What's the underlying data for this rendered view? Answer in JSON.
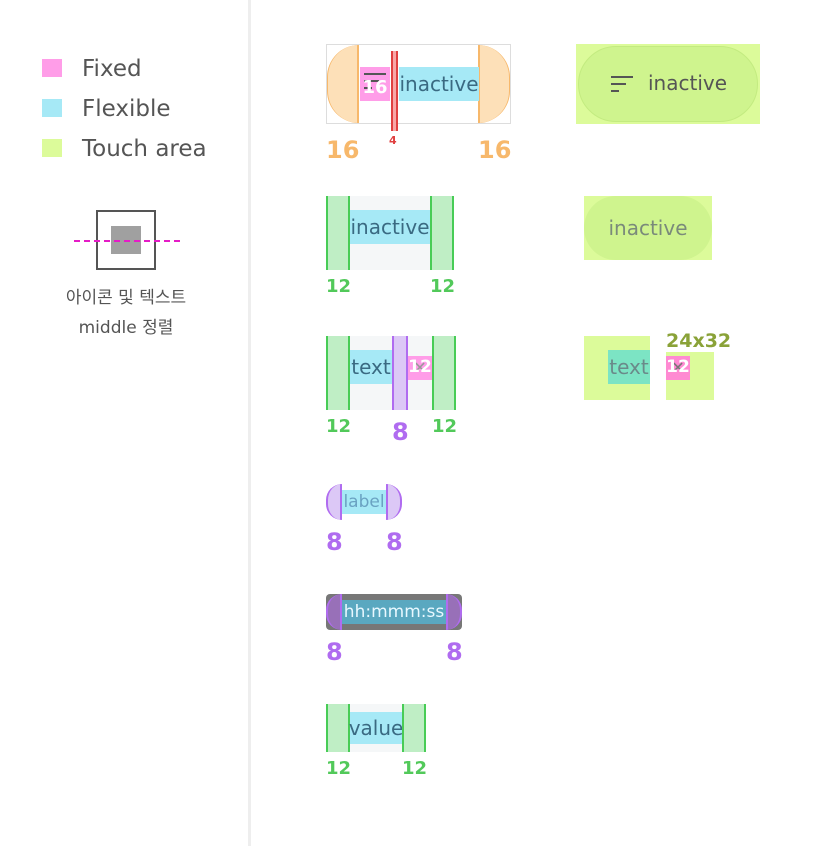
{
  "legend": {
    "fixed": {
      "label": "Fixed",
      "color": "#ff9de8"
    },
    "flexible": {
      "label": "Flexible",
      "color": "#a6e9f6"
    },
    "touch": {
      "label": "Touch area",
      "color": "#dcfb9a"
    }
  },
  "alignment_note": {
    "line1": "아이콘 및 텍스트",
    "line2": "middle 정렬"
  },
  "row1": {
    "left_pad": "16",
    "right_pad": "16",
    "icon_size": "16",
    "gap": "4",
    "label": "inactive",
    "touch_label": "inactive",
    "icon": "filter-sort-icon"
  },
  "row2": {
    "label": "inactive",
    "left_pad": "12",
    "right_pad": "12",
    "touch_label": "inactive"
  },
  "row3": {
    "label": "text",
    "icon_size": "12",
    "left_pad": "12",
    "gap": "8",
    "right_pad": "12",
    "touch_label": "text",
    "touch_icon_size": "12",
    "touch_area_size": "24x32",
    "icon": "close-icon"
  },
  "row4": {
    "label": "label",
    "left_pad": "8",
    "right_pad": "8"
  },
  "row5": {
    "label": "hh:mmm:ss",
    "left_pad": "8",
    "right_pad": "8"
  },
  "row6": {
    "label": "value",
    "left_pad": "12",
    "right_pad": "12"
  }
}
